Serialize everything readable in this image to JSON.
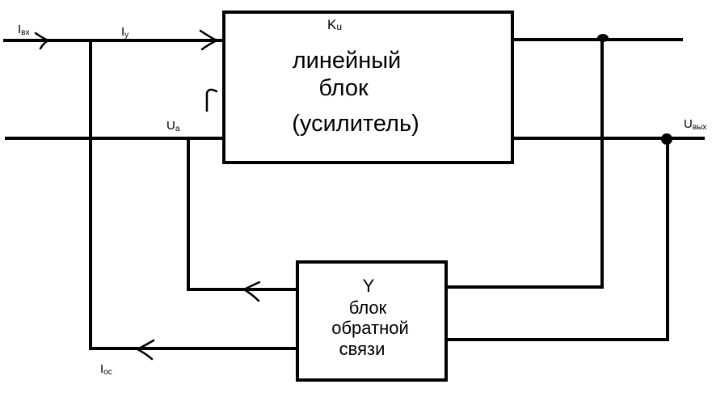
{
  "main_block": {
    "gain_label": {
      "main": "K",
      "sub": "u"
    },
    "lines": [
      "линейный",
      "блок",
      "(усилитель)"
    ]
  },
  "feedback_block": {
    "lines": [
      "Y",
      "блок",
      "обратной",
      "связи"
    ]
  },
  "signals": {
    "i_in": {
      "main": "I",
      "sub": "вх"
    },
    "i_y": {
      "main": "I",
      "sub": "y"
    },
    "u_a": {
      "main": "U",
      "sub": "a"
    },
    "u_out": {
      "main": "U",
      "sub": "вых"
    },
    "i_fb": {
      "main": "I",
      "sub": "oc"
    }
  }
}
